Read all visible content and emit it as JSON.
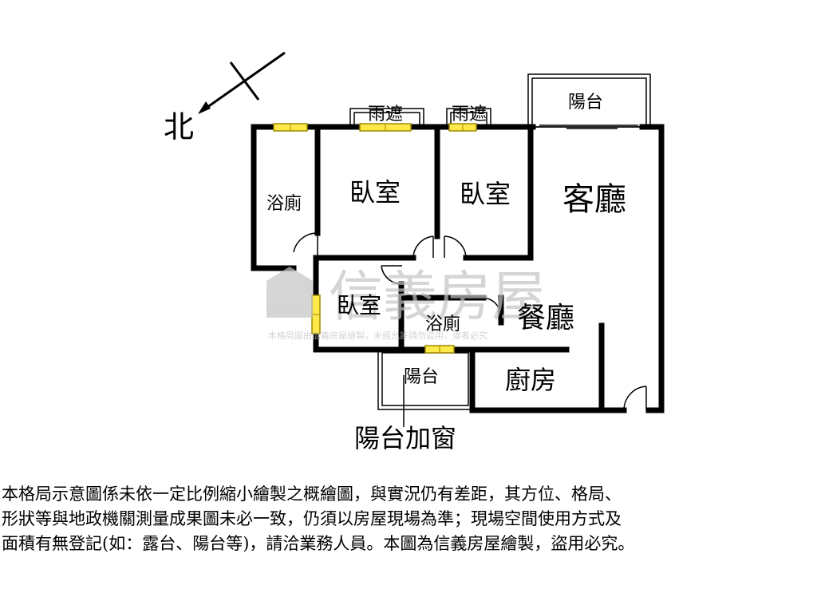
{
  "compass": {
    "label": "北"
  },
  "rooms": {
    "bath_1": "浴廁",
    "bedroom_1": "臥室",
    "bedroom_2": "臥室",
    "living_room": "客廳",
    "bedroom_3": "臥室",
    "bath_2": "浴廁",
    "dining_room": "餐廳",
    "kitchen": "廚房",
    "balcony_front": "陽台",
    "balcony_rear": "陽台"
  },
  "annotations": {
    "awning_1": "雨遮",
    "awning_2": "雨遮",
    "balcony_window": "陽台加窗"
  },
  "watermark": {
    "brand": "信義房屋",
    "line": "本格局圖由信義房屋繪製，未經允許請勿盜用，違者必究"
  },
  "disclaimer": [
    "本格局示意圖係未依一定比例縮小繪製之概繪圖，與實況仍有差距，其方位、格局、",
    "形狀等與地政機關測量成果圖未必一致，仍須以房屋現場為準；現場空間使用方式及",
    "面積有無登記(如：露台、陽台等)，請洽業務人員。本圖為信義房屋繪製，盜用必究。"
  ],
  "colors": {
    "wall": "#000000",
    "window_fill": "#ffe84a",
    "window_stroke": "#a08a00",
    "watermark": "#c4c4c4"
  }
}
